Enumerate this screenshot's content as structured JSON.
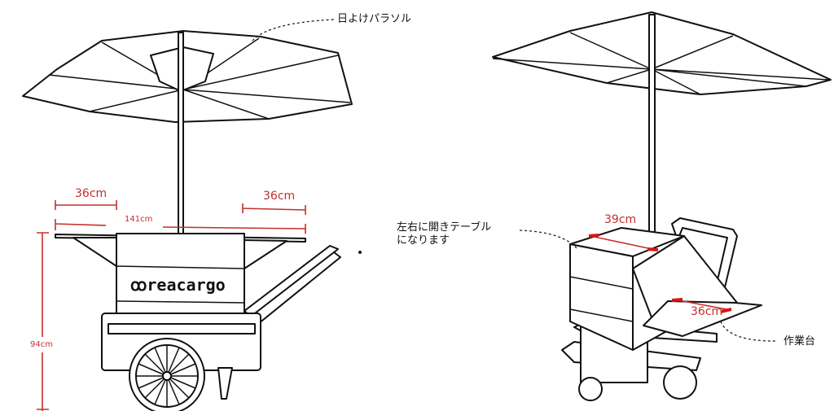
{
  "callouts": {
    "parasol": "日よけパラソル",
    "fold_table": "左右に開きテーブル\nになります",
    "workbench": "作業台"
  },
  "dimensions": {
    "left_wing": "36cm",
    "right_wing": "36cm",
    "total_width": "141cm",
    "height": "94cm",
    "top_depth": "39cm",
    "workbench_width": "36cm"
  },
  "brand": {
    "logo": "reacargo",
    "accent": "#c4302b"
  }
}
